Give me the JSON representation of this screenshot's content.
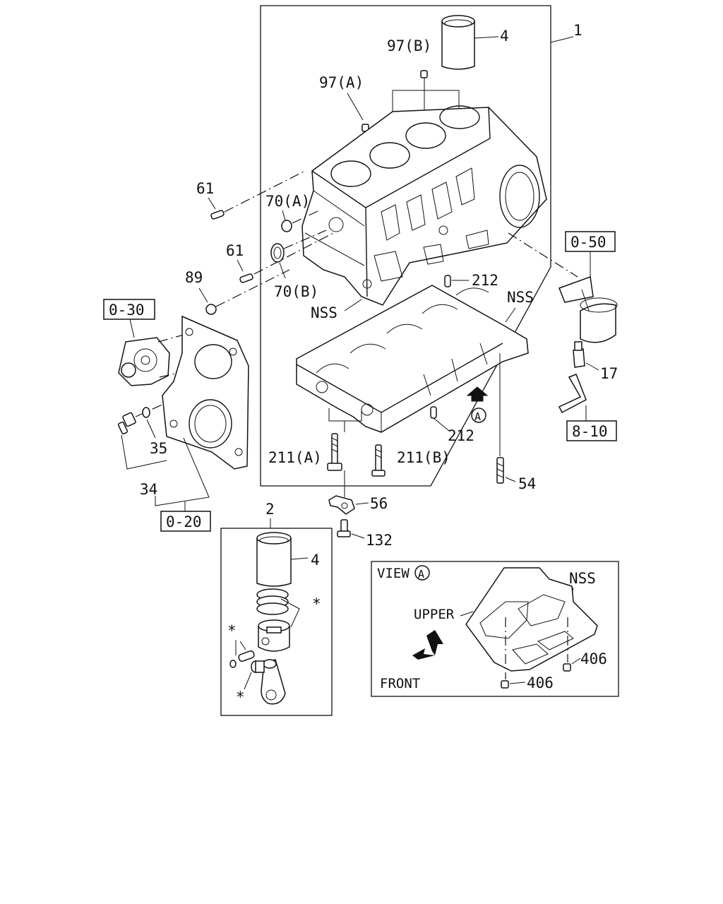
{
  "callouts": {
    "main_assembly": "1",
    "liner": "4",
    "plug_97b": "97(B)",
    "plug_97a": "97(A)",
    "pin_61_upper": "61",
    "plug_70a": "70(A)",
    "pin_61_lower": "61",
    "seal_70b": "70(B)",
    "plug_89": "89",
    "nss_block": "NSS",
    "pin_212_upper": "212",
    "nss_crankcase": "NSS",
    "switch_17": "17",
    "pin_212_lower": "212",
    "bolt_211a": "211(A)",
    "bolt_211b": "211(B)",
    "stud_54": "54",
    "bracket_56": "56",
    "bolt_132": "132",
    "plug_35": "35",
    "bolt_34": "34",
    "piston_assembly": "2",
    "piston_liner": "4"
  },
  "references": {
    "oil_filter": "0-50",
    "water_pump": "0-30",
    "oil_line": "8-10",
    "front_cover": "0-20"
  },
  "view_arrow_marker": "A",
  "view_inset": {
    "title": "VIEW",
    "marker": "A",
    "nss": "NSS",
    "upper": "UPPER",
    "front": "FRONT",
    "plug_right": "406",
    "plug_left": "406"
  },
  "asterisk": "*"
}
